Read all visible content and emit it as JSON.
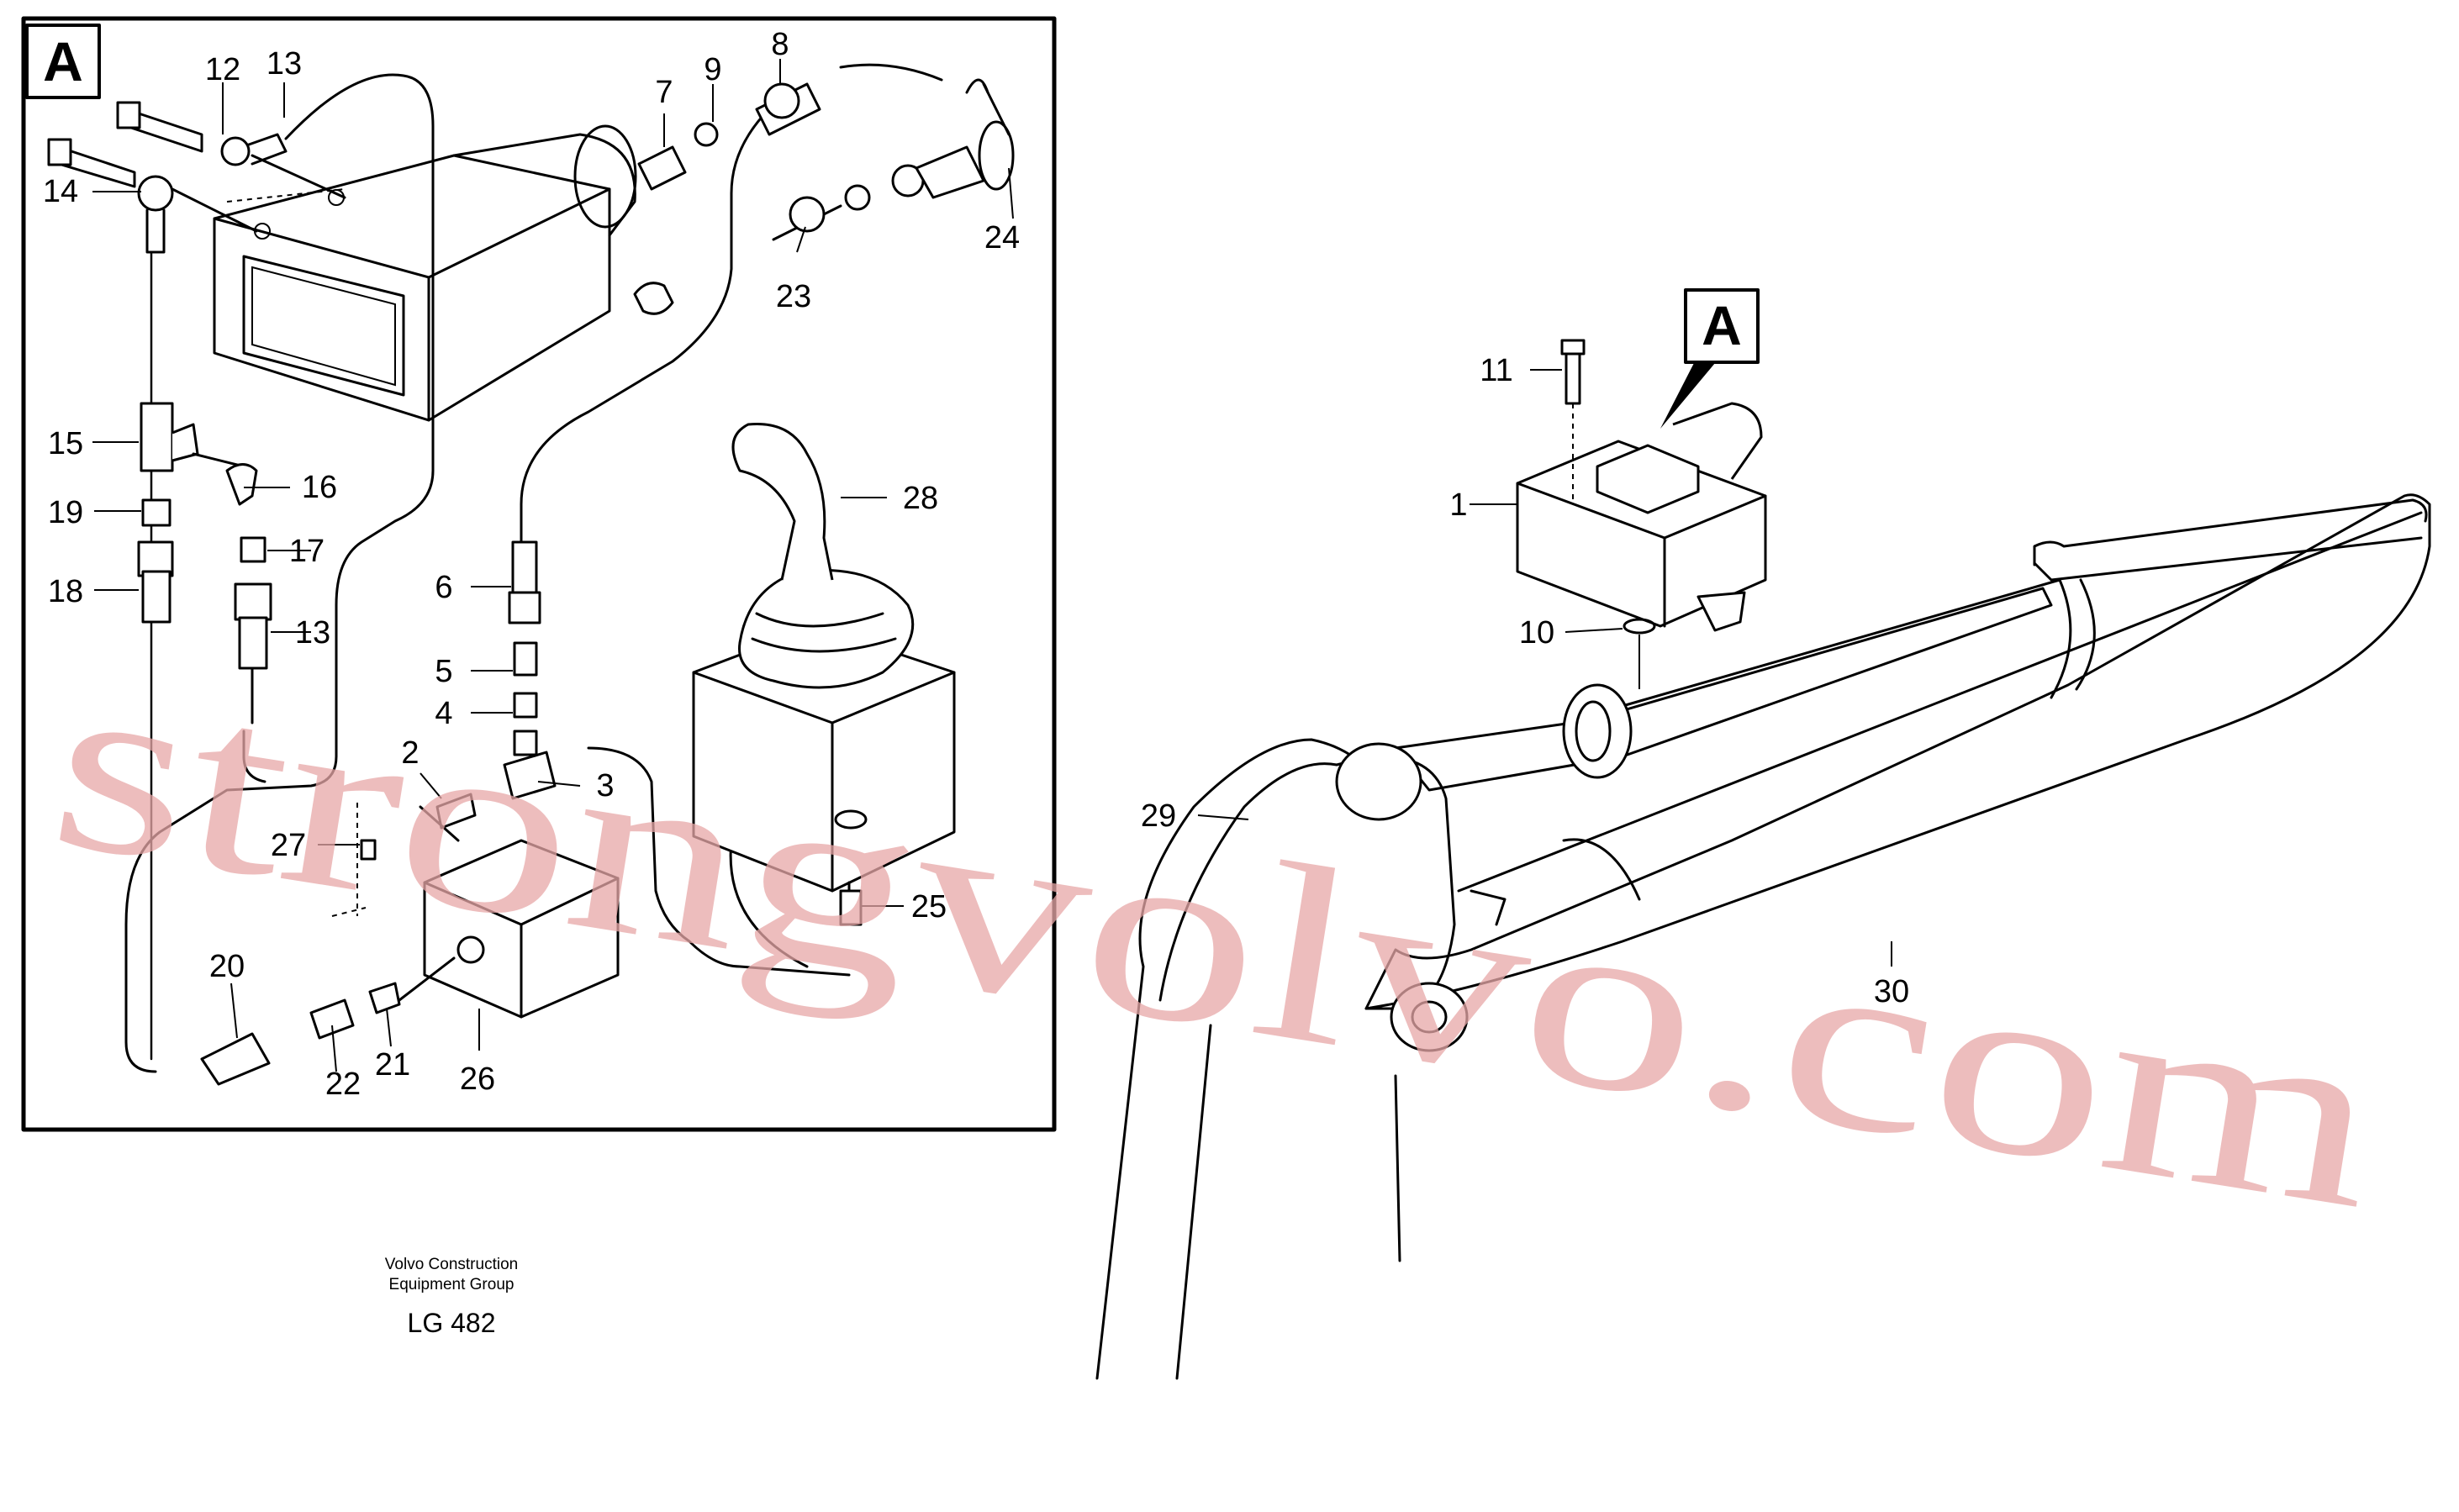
{
  "inset": {
    "letter": "A",
    "callouts": [
      "12",
      "13",
      "7",
      "9",
      "8",
      "14",
      "24",
      "23",
      "15",
      "16",
      "19",
      "17",
      "18",
      "13",
      "28",
      "6",
      "5",
      "4",
      "2",
      "3",
      "27",
      "25",
      "20",
      "21",
      "22",
      "26"
    ]
  },
  "main": {
    "letter": "A",
    "callouts": [
      "11",
      "1",
      "10",
      "29",
      "30"
    ]
  },
  "footer": {
    "line1": "Volvo Construction",
    "line2": "Equipment Group",
    "code": "LG 482"
  },
  "watermark": {
    "text": "strongvolvo.com"
  },
  "colors": {
    "line": "#000000",
    "background": "#ffffff",
    "watermark": "#e8a8a8"
  }
}
